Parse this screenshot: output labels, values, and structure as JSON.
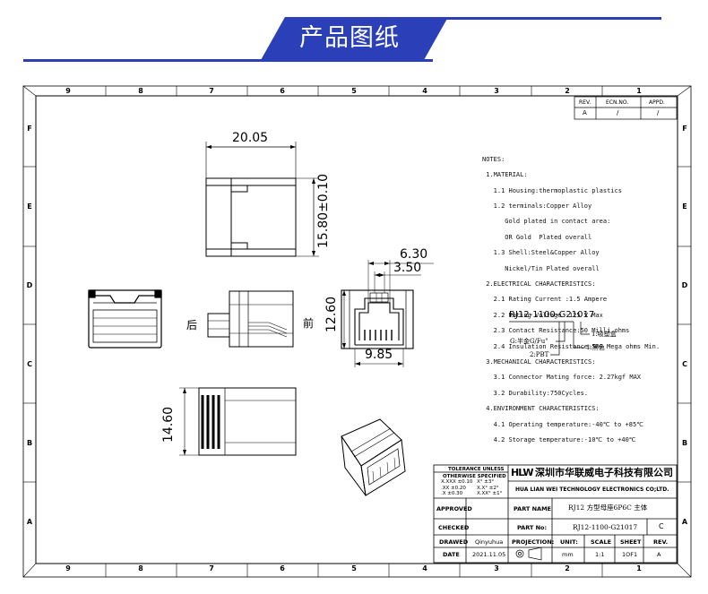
{
  "banner": {
    "title": "产品图纸",
    "accent": "#2b40b8"
  },
  "frame": {
    "columns": [
      "9",
      "8",
      "7",
      "6",
      "5",
      "4",
      "3",
      "2",
      "1"
    ],
    "rows": [
      "F",
      "E",
      "D",
      "C",
      "B",
      "A"
    ]
  },
  "revision": {
    "headers": [
      "REV.",
      "ECN.NO.",
      "APPD."
    ],
    "row": [
      "A",
      "/",
      "/"
    ]
  },
  "dimensions": {
    "width_top": "20.05",
    "height_side": "15.80±0.10",
    "front_outer": "6.30",
    "front_inner": "3.50",
    "front_height": "12.60",
    "front_width": "9.85",
    "bottom_height": "14.60"
  },
  "labels": {
    "rear": "后",
    "front": "前",
    "part_code": "RJ12-1100-G21017",
    "opt_suction": "1:吸塑盒",
    "opt_gold": "G:半金G/Fu\"",
    "opt_black": "1:黑色",
    "opt_pbt": "2:PBT"
  },
  "notes": [
    "NOTES:",
    " 1.MATERIAL:",
    "   1.1 Housing:thermoplastic plastics",
    "   1.2 terminals:Copper Alloy",
    "      Gold plated in contact area:",
    "      OR Gold  Plated overall",
    "   1.3 Shell:Steel&Copper Alloy",
    "      Nickel/Tin Plated overall",
    " 2.ELECTRICAL CHARACTERISTICS:",
    "   2.1 Rating Current :1.5 Ampere",
    "   2.2 Rating Voltage :125 V Max",
    "   2.3 Contact Resistance:50 Milli ohms",
    "   2.4 Insulation Resistance:500 Mega ohms Min.",
    " 3.MECHANICAL CHARACTERISTICS:",
    "   3.1 Connector Mating force: 2.27kgf MAX",
    "   3.2 Durability:750Cycles.",
    " 4.ENVIRONMENT CHARACTERISTICS:",
    "   4.1 Operating temperature:-40℃ to +85℃",
    "   4.2 Storage temperature:-10℃ to +40℃"
  ],
  "title_block": {
    "tolerance_title": "TOLERANCE UNLESS",
    "tolerance_sub": "OTHERWISE SPECIFIED",
    "tol_lines": [
      "X.XXX ±0.10",
      ".XX  ±0.20",
      ".X   ±0.30"
    ],
    "tol_angle": [
      "X°  ±3°",
      "X.X° ±2°",
      "X.XX° ±1°"
    ],
    "company_logo": "HLW",
    "company_cn": "深圳市华联威电子科技有限公司",
    "company_en": "HUA LIAN WEI TECHNOLOGY ELECTRONICS CO;LTD.",
    "approved": "APPROVED",
    "checked": "CHECKED",
    "drawed": "DRAWED",
    "date_label": "DATE",
    "drawer": "Qinyuhua",
    "date": "2021.11.05",
    "part_name_label": "PART NAME",
    "part_name": "RJ12 方型母座6P6C 主体",
    "part_no_label": "PART No:",
    "part_no": "RJ12-1100-G21017",
    "part_rev": "C",
    "projection_label": "PROJECTION:",
    "unit_label": "UNIT:",
    "unit": "mm",
    "scale_label": "SCALE",
    "scale": "1:1",
    "sheet_label": "SHEET",
    "sheet": "1OF1",
    "rev_label": "REV.",
    "rev": "A"
  }
}
